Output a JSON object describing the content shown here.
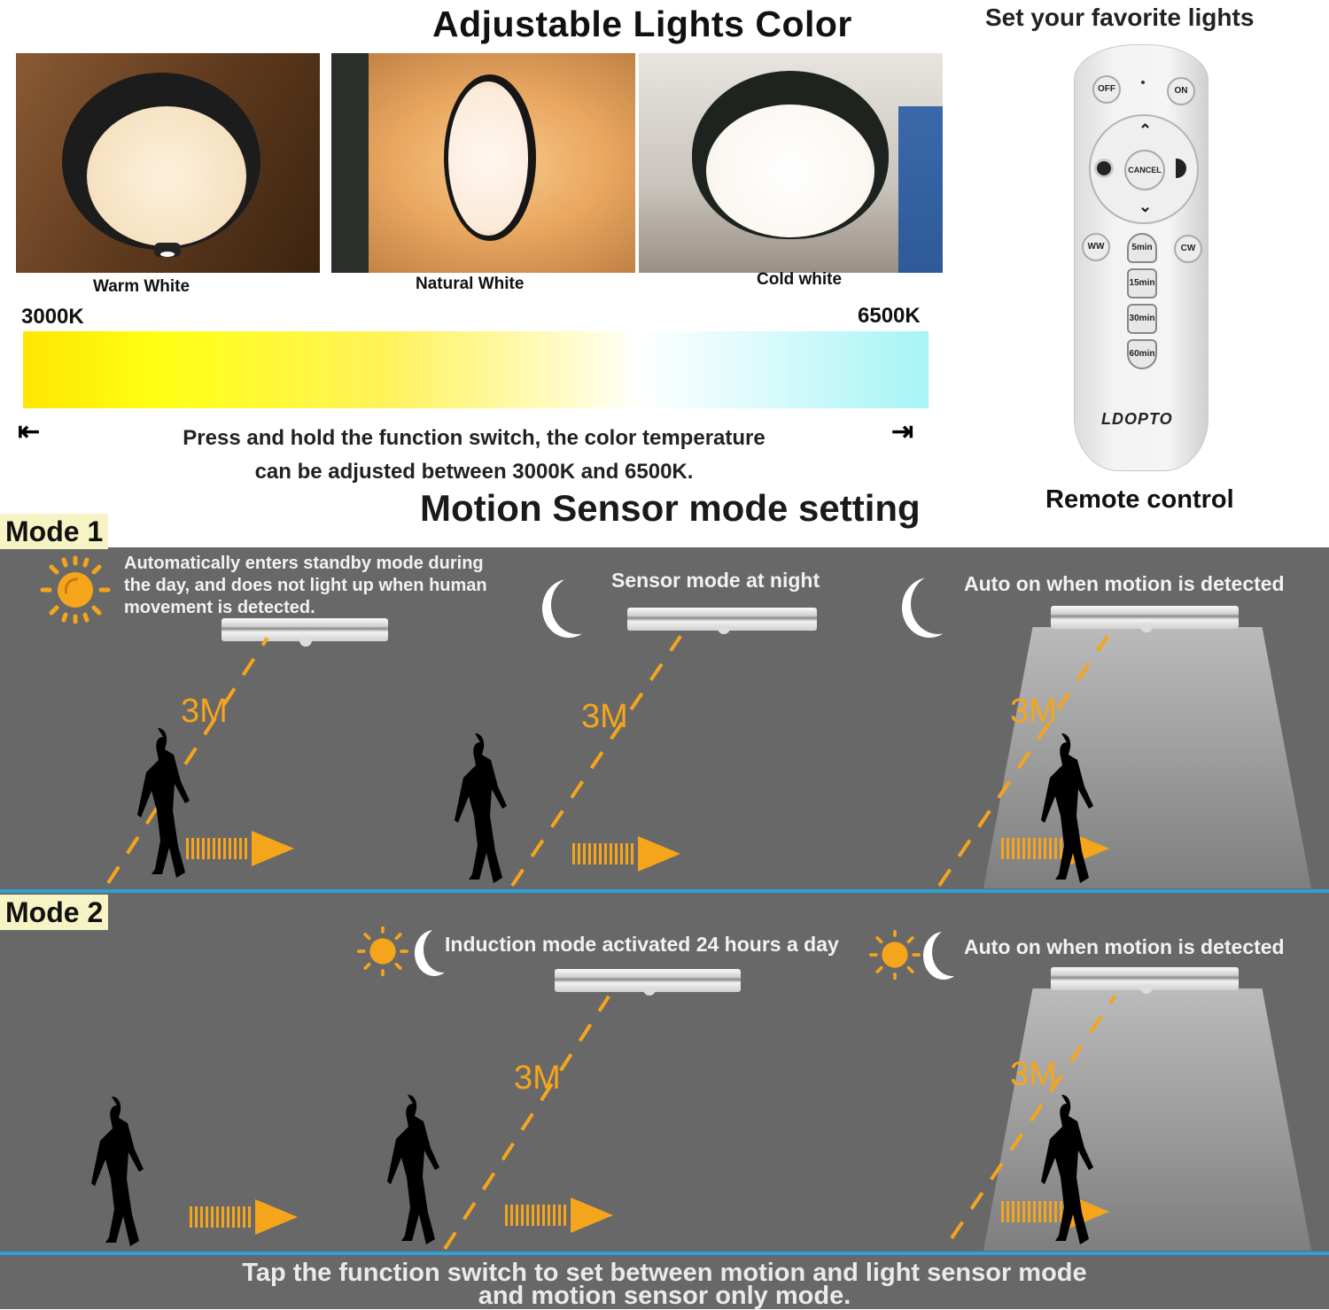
{
  "header": {
    "title": "Adjustable Lights Color",
    "remote_title": "Set your favorite lights"
  },
  "color_modes": [
    {
      "label": "Warm White",
      "color": "#fbe7c8"
    },
    {
      "label": "Natural White",
      "color": "#fff3e6"
    },
    {
      "label": "Cold white",
      "color": "#ffffff"
    }
  ],
  "color_temperature": {
    "min_label": "3000K",
    "max_label": "6500K",
    "gradient": [
      "#ffe600",
      "#ffff14",
      "#fffcc8",
      "#ffffff",
      "#a6f4f6"
    ],
    "description_line1": "Press and hold the function switch, the color temperature",
    "description_line2": "can be adjusted between 3000K and 6500K.",
    "left_arrow": "⇤",
    "right_arrow": "⇥"
  },
  "remote": {
    "caption": "Remote control",
    "brand": "LDOPTO",
    "buttons": {
      "off": "OFF",
      "on": "ON",
      "cancel": "CANCEL",
      "ww": "WW",
      "cw": "CW"
    },
    "timers": [
      {
        "num": "5",
        "unit": "min"
      },
      {
        "num": "15",
        "unit": "min"
      },
      {
        "num": "30",
        "unit": "min"
      },
      {
        "num": "60",
        "unit": "min"
      }
    ]
  },
  "motion": {
    "section_title": "Motion Sensor mode setting",
    "distance_label": "3M",
    "accent_color": "#f4a51c",
    "divider_color": "#2f9fd6",
    "mode1": {
      "tag": "Mode 1",
      "scenes": [
        {
          "text_line1": "Automatically enters standby mode during",
          "text_line2": "the day, and does not light up when human",
          "text_line3": "movement is detected.",
          "icon": "sun-icon"
        },
        {
          "text": "Sensor mode at night",
          "icon": "moon-icon"
        },
        {
          "text": "Auto on when motion is detected",
          "icon": "moon-icon"
        }
      ]
    },
    "mode2": {
      "tag": "Mode 2",
      "scenes": [
        {
          "text": "Induction mode activated 24 hours a day",
          "icon": "sun-moon-icon"
        },
        {
          "text": "Auto on when motion is detected",
          "icon": "sun-moon-icon"
        }
      ]
    },
    "footer_line1": "Tap the function switch to set between motion and light sensor mode",
    "footer_line2": "and motion sensor only mode."
  }
}
